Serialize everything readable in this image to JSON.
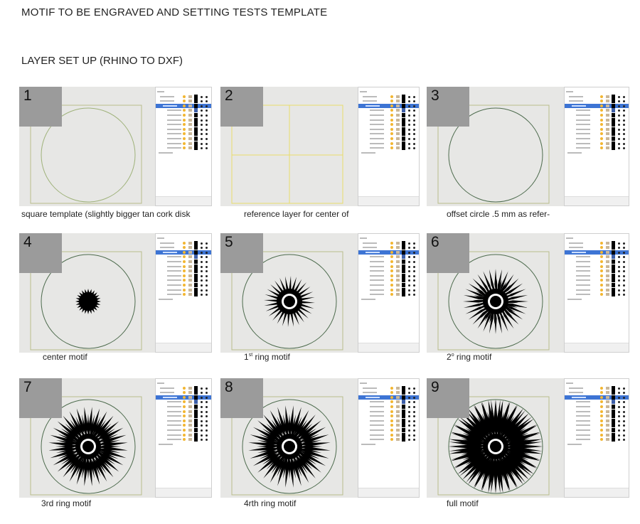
{
  "title": "MOTIF TO BE ENGRAVED AND SETTING TESTS TEMPLATE",
  "subtitle": "LAYER SET UP (RHINO TO DXF)",
  "colors": {
    "viewport_bg": "#e7e7e5",
    "template_square": "#b8bc8c",
    "offset_circle": "#4d6b4d",
    "reference": "#e8dc6a",
    "selected_layer": "#3d74d4"
  },
  "panels": [
    {
      "number": "1",
      "caption": "square template (slightly bigger tan cork disk",
      "sup": "",
      "caption_rest": "",
      "rings": -1,
      "selected_row": 3
    },
    {
      "number": "2",
      "caption": "reference layer for center of",
      "sup": "",
      "caption_rest": "",
      "rings": -2,
      "selected_row": 3
    },
    {
      "number": "3",
      "caption": "offset circle .5 mm as refer-",
      "sup": "",
      "caption_rest": "",
      "rings": -3,
      "selected_row": 3
    },
    {
      "number": "4",
      "caption": "center motif",
      "sup": "",
      "caption_rest": "",
      "rings": 0,
      "selected_row": 3
    },
    {
      "number": "5",
      "caption": "1",
      "sup": "st",
      "caption_rest": " ring motif",
      "rings": 1,
      "selected_row": 3
    },
    {
      "number": "6",
      "caption": "2",
      "sup": "o",
      "caption_rest": " ring motif",
      "rings": 2,
      "selected_row": 3
    },
    {
      "number": "7",
      "caption": "3rd ring motif",
      "sup": "",
      "caption_rest": "",
      "rings": 3,
      "selected_row": 3
    },
    {
      "number": "8",
      "caption": "4rth ring motif",
      "sup": "",
      "caption_rest": "",
      "rings": 4,
      "selected_row": 3
    },
    {
      "number": "9",
      "caption": "full motif",
      "sup": "",
      "caption_rest": "",
      "rings": 5,
      "selected_row": 3
    }
  ]
}
